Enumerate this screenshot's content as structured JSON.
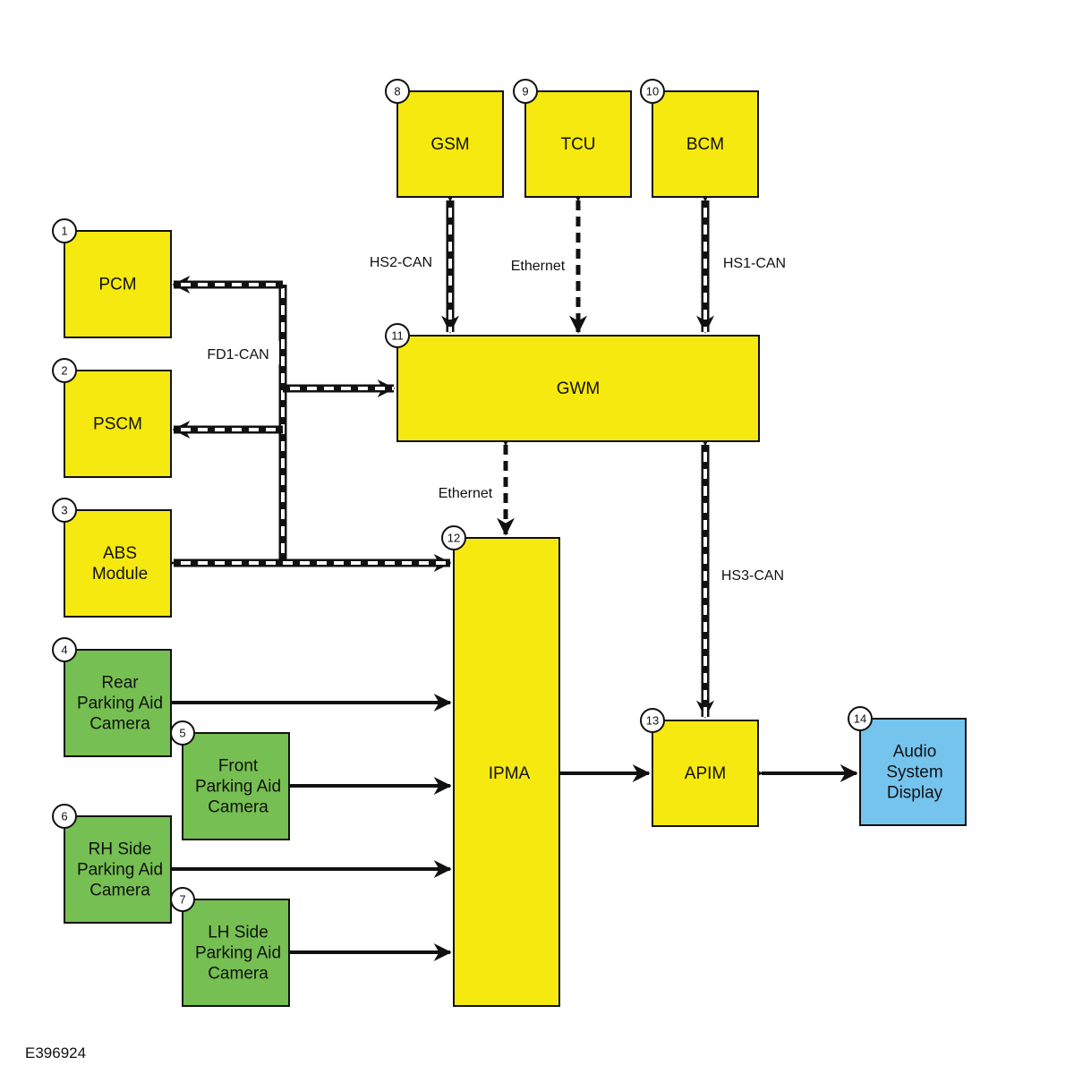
{
  "diagram_id": "E396924",
  "colors": {
    "module_yellow": "#f5e90f",
    "camera_green": "#76bf52",
    "display_blue": "#75c4ee",
    "outline": "#111111"
  },
  "modules": [
    {
      "key": "pcm",
      "number": "1",
      "lines": [
        "PCM"
      ],
      "color": "yellow"
    },
    {
      "key": "pscm",
      "number": "2",
      "lines": [
        "PSCM"
      ],
      "color": "yellow"
    },
    {
      "key": "abs",
      "number": "3",
      "lines": [
        "ABS",
        "Module"
      ],
      "color": "yellow"
    },
    {
      "key": "rear-camera",
      "number": "4",
      "lines": [
        "Rear",
        "Parking Aid",
        "Camera"
      ],
      "color": "green"
    },
    {
      "key": "front-camera",
      "number": "5",
      "lines": [
        "Front",
        "Parking Aid",
        "Camera"
      ],
      "color": "green"
    },
    {
      "key": "rh-camera",
      "number": "6",
      "lines": [
        "RH Side",
        "Parking Aid",
        "Camera"
      ],
      "color": "green"
    },
    {
      "key": "lh-camera",
      "number": "7",
      "lines": [
        "LH Side",
        "Parking Aid",
        "Camera"
      ],
      "color": "green"
    },
    {
      "key": "gsm",
      "number": "8",
      "lines": [
        "GSM"
      ],
      "color": "yellow"
    },
    {
      "key": "tcu",
      "number": "9",
      "lines": [
        "TCU"
      ],
      "color": "yellow"
    },
    {
      "key": "bcm",
      "number": "10",
      "lines": [
        "BCM"
      ],
      "color": "yellow"
    },
    {
      "key": "gwm",
      "number": "11",
      "lines": [
        "GWM"
      ],
      "color": "yellow"
    },
    {
      "key": "ipma",
      "number": "12",
      "lines": [
        "IPMA"
      ],
      "color": "yellow"
    },
    {
      "key": "apim",
      "number": "13",
      "lines": [
        "APIM"
      ],
      "color": "yellow"
    },
    {
      "key": "audio-display",
      "number": "14",
      "lines": [
        "Audio",
        "System",
        "Display"
      ],
      "color": "blue"
    }
  ],
  "bus_labels": {
    "fd1_can": "FD1-CAN",
    "hs2_can": "HS2-CAN",
    "ethernet_tcu": "Ethernet",
    "hs1_can": "HS1-CAN",
    "ethernet_ipma": "Ethernet",
    "hs3_can": "HS3-CAN"
  }
}
